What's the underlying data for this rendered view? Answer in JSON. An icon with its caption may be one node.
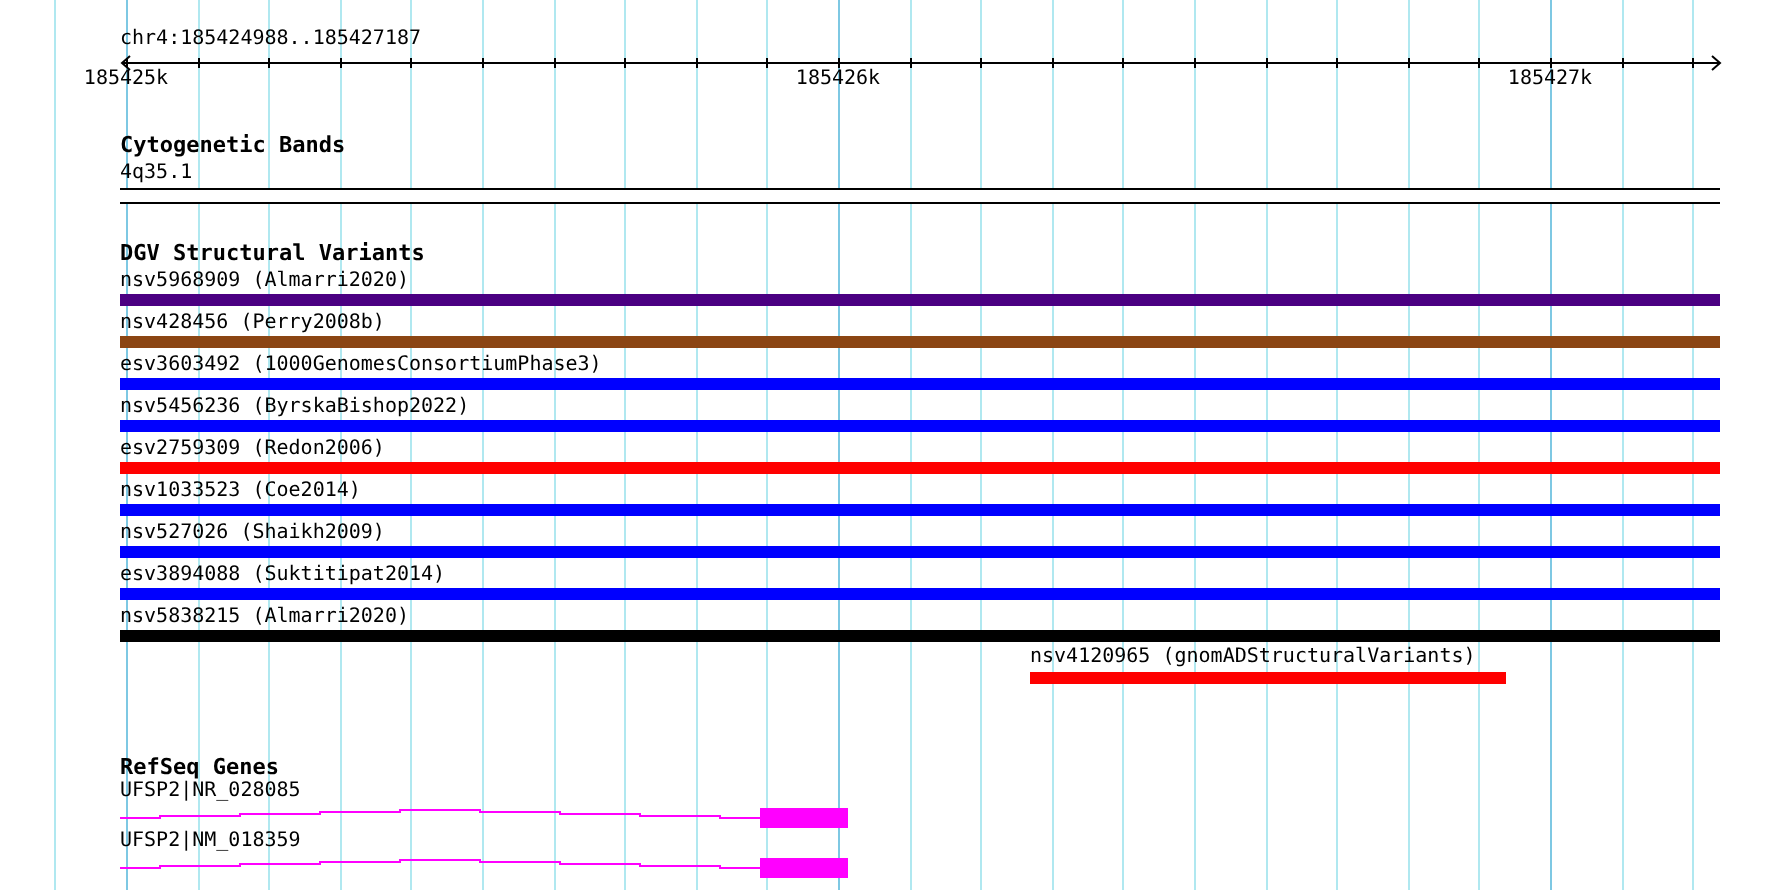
{
  "diagram": {
    "nodes": [
      {
        "text": [
          "4q35.1"
        ]
      },
      {
        "text": [
          "nsv5968909 (Almarri2020)"
        ]
      },
      {
        "text": [
          "nsv428456 (Perry2008b)"
        ]
      },
      {
        "text": [
          "esv3603492 (1000GenomesConsortiumPhase3)"
        ]
      },
      {
        "text": [
          "nsv5456236 (ByrskaBishop2022)"
        ]
      },
      {
        "text": [
          "esv2759309 (Redon2006)"
        ]
      },
      {
        "text": [
          "nsv1033523 (Coe2014)"
        ]
      },
      {
        "text": [
          "nsv527026 (Shaikh2009)"
        ]
      },
      {
        "text": [
          "esv3894088 (Suktitipat2014)"
        ]
      },
      {
        "text": [
          "nsv5838215 (Almarri2020)"
        ]
      },
      {
        "text": [
          "nsv4120965 (gnomADStructuralVariants)"
        ]
      },
      {
        "text": [
          "UFSP2|NR_028085"
        ]
      },
      {
        "text": [
          "UFSP2|NM_018359"
        ]
      }
    ],
    "labels": [
      "chr4:185424988..185427187",
      "185425k",
      "185426k",
      "185427k",
      "Cytogenetic Bands",
      "DGV Structural Variants",
      "RefSeq Genes"
    ]
  }
}
